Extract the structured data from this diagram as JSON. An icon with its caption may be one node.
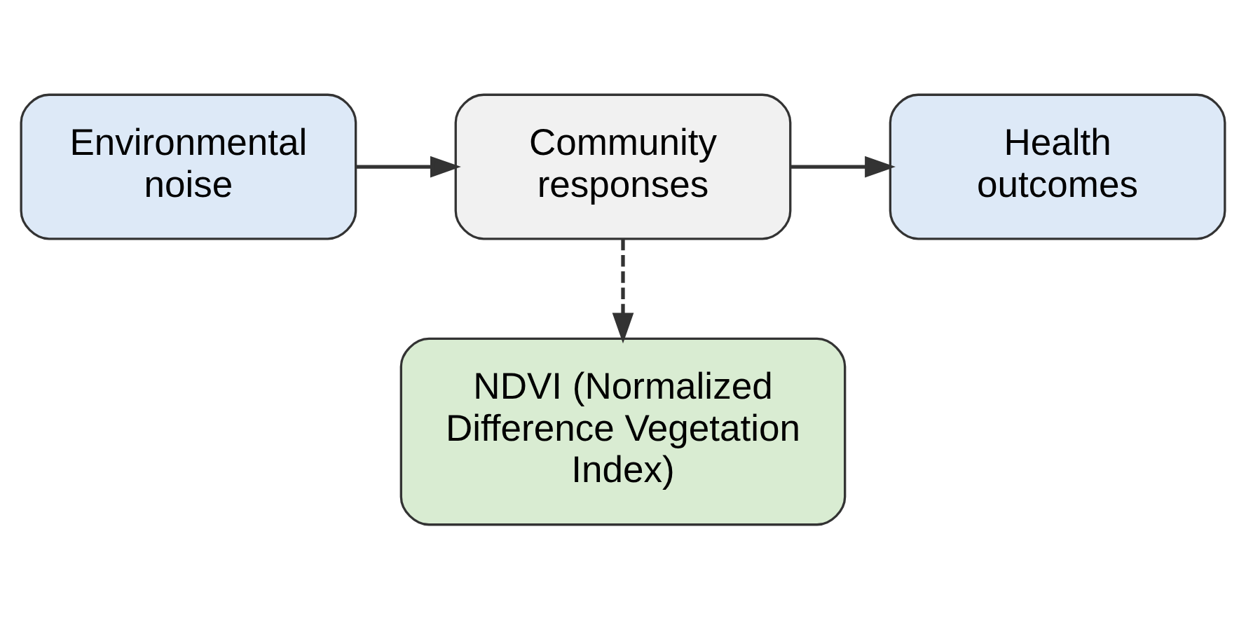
{
  "diagram": {
    "nodes": [
      {
        "text": [
          "Environmental noise"
        ]
      },
      {
        "text": [
          "Community responses"
        ]
      },
      {
        "text": [
          "Health outcomes"
        ]
      },
      {
        "text": [
          "NDVI (Normalized Difference Vegetation Index)"
        ]
      }
    ],
    "edges": [
      {
        "from": 0,
        "to": 1,
        "arrow": "to"
      },
      {
        "from": 1,
        "to": 2,
        "arrow": "to"
      },
      {
        "from": 1,
        "to": 3,
        "arrow": "to",
        "style": "dashed"
      }
    ]
  }
}
